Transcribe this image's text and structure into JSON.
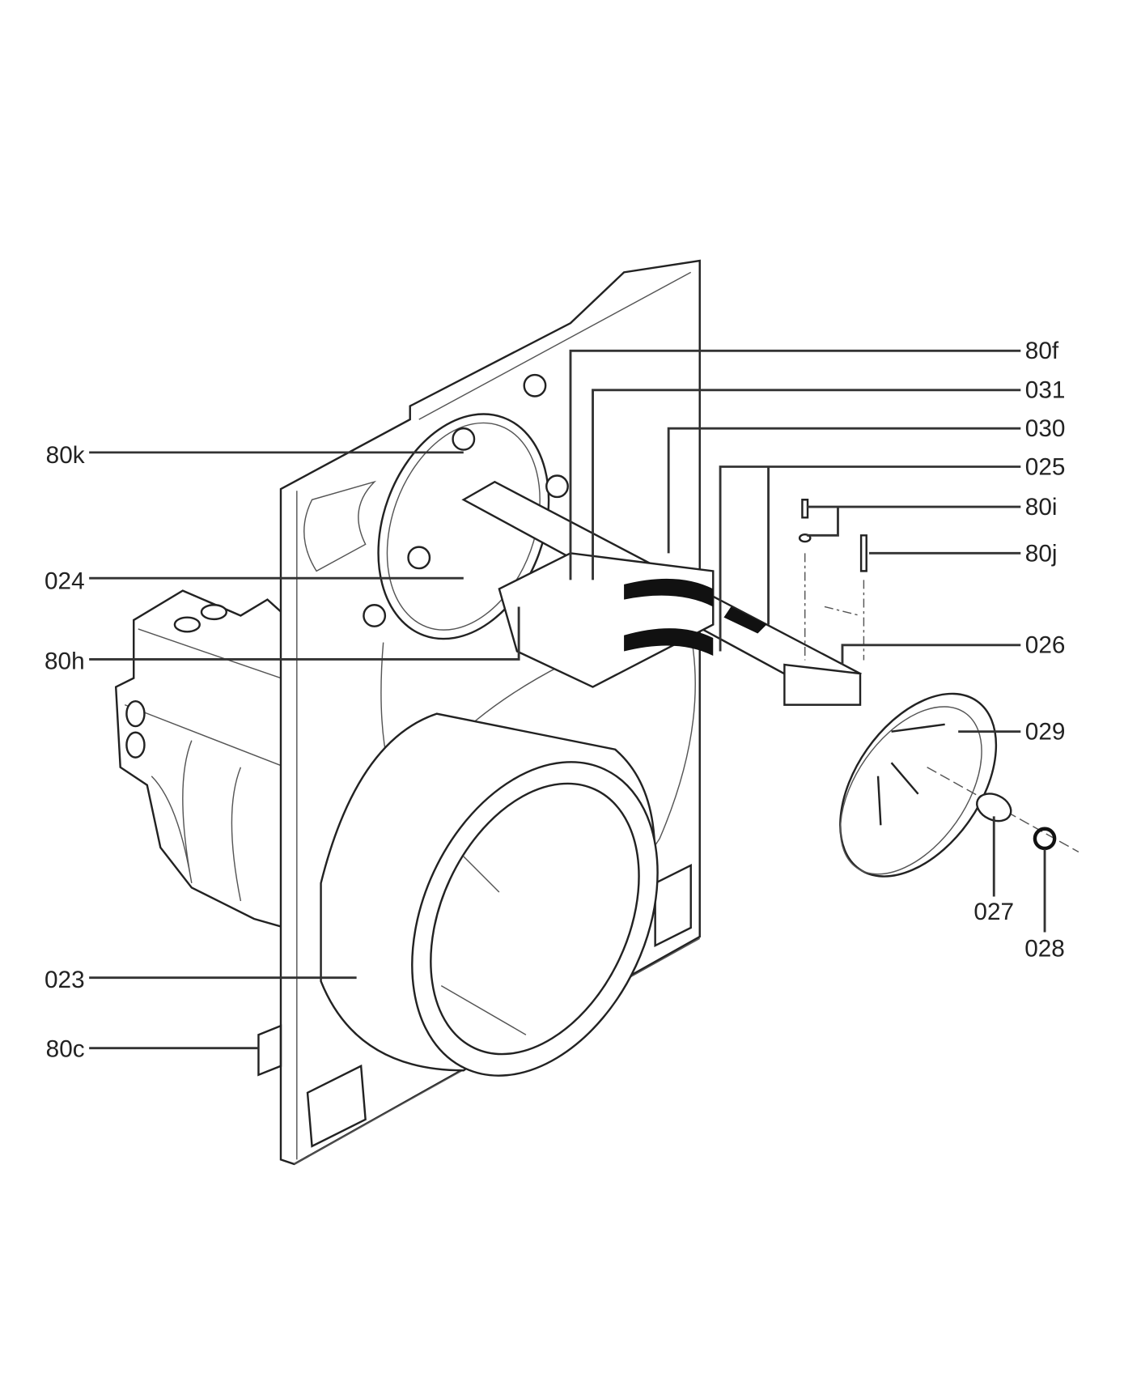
{
  "diagram": {
    "type": "exploded parts diagram",
    "callouts_right": [
      {
        "id": "80f"
      },
      {
        "id": "031"
      },
      {
        "id": "030"
      },
      {
        "id": "025"
      },
      {
        "id": "80i"
      },
      {
        "id": "80j"
      },
      {
        "id": "026"
      },
      {
        "id": "029"
      }
    ],
    "callouts_bottom": [
      {
        "id": "027"
      },
      {
        "id": "028"
      }
    ],
    "callouts_left": [
      {
        "id": "80k"
      },
      {
        "id": "024"
      },
      {
        "id": "80h"
      },
      {
        "id": "023"
      },
      {
        "id": "80c"
      }
    ],
    "colors": {
      "line": "#222222",
      "background": "#ffffff"
    }
  }
}
